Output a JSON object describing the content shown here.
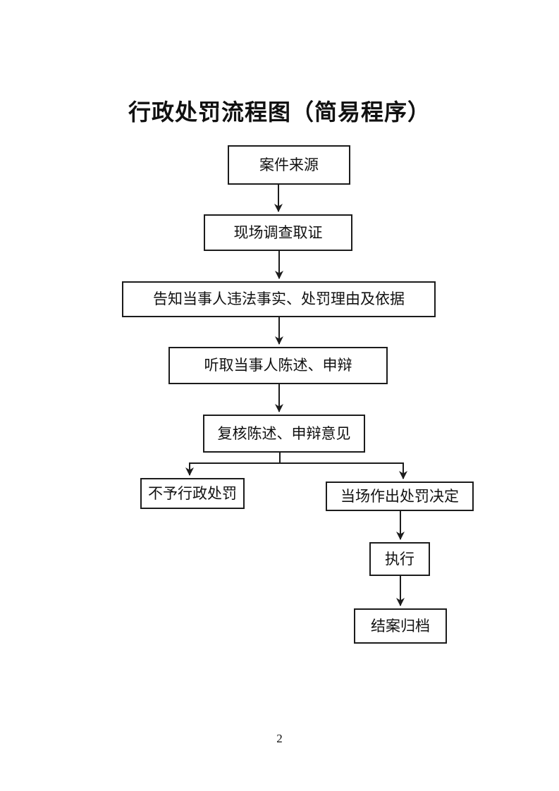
{
  "document": {
    "title": "行政处罚流程图（简易程序）",
    "page_number": "2"
  },
  "flow": {
    "nodes": [
      {
        "id": "case-source",
        "label": "案件来源"
      },
      {
        "id": "onsite-investigation",
        "label": "现场调查取证"
      },
      {
        "id": "inform-party",
        "label": "告知当事人违法事实、处罚理由及依据"
      },
      {
        "id": "hear-statement",
        "label": "听取当事人陈述、申辩"
      },
      {
        "id": "review-statement",
        "label": "复核陈述、申辩意见"
      },
      {
        "id": "no-penalty",
        "label": "不予行政处罚"
      },
      {
        "id": "onspot-decision",
        "label": "当场作出处罚决定"
      },
      {
        "id": "execute",
        "label": "执行"
      },
      {
        "id": "close-archive",
        "label": "结案归档"
      }
    ],
    "edges": [
      {
        "from": "case-source",
        "to": "onsite-investigation"
      },
      {
        "from": "onsite-investigation",
        "to": "inform-party"
      },
      {
        "from": "inform-party",
        "to": "hear-statement"
      },
      {
        "from": "hear-statement",
        "to": "review-statement"
      },
      {
        "from": "review-statement",
        "to": "no-penalty"
      },
      {
        "from": "review-statement",
        "to": "onspot-decision"
      },
      {
        "from": "onspot-decision",
        "to": "execute"
      },
      {
        "from": "execute",
        "to": "close-archive"
      }
    ],
    "line_color": "#1c1c1c"
  }
}
